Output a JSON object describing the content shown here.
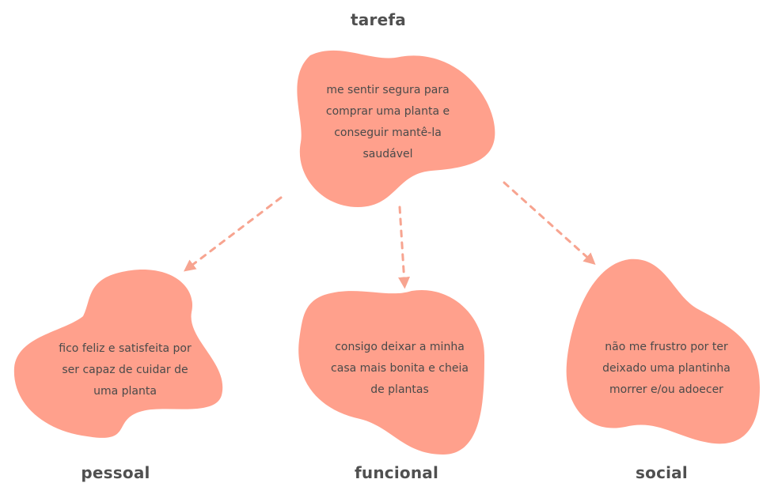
{
  "colors": {
    "blob_fill": "#ffa08c",
    "arrow": "#f7a490",
    "label": "#505050",
    "text": "#4a4a4a"
  },
  "nodes": {
    "tarefa": {
      "label": "tarefa",
      "text": "me sentir segura para\ncomprar uma planta e\nconseguir mantê-la\nsaudável"
    },
    "pessoal": {
      "label": "pessoal",
      "text": "fico feliz e satisfeita por\nser capaz de cuidar de\numa planta"
    },
    "funcional": {
      "label": "funcional",
      "text": "consigo deixar a minha\ncasa mais bonita e cheia\nde plantas"
    },
    "social": {
      "label": "social",
      "text": "não me frustro por ter\ndeixado uma plantinha\nmorrer e/ou adoecer"
    }
  }
}
